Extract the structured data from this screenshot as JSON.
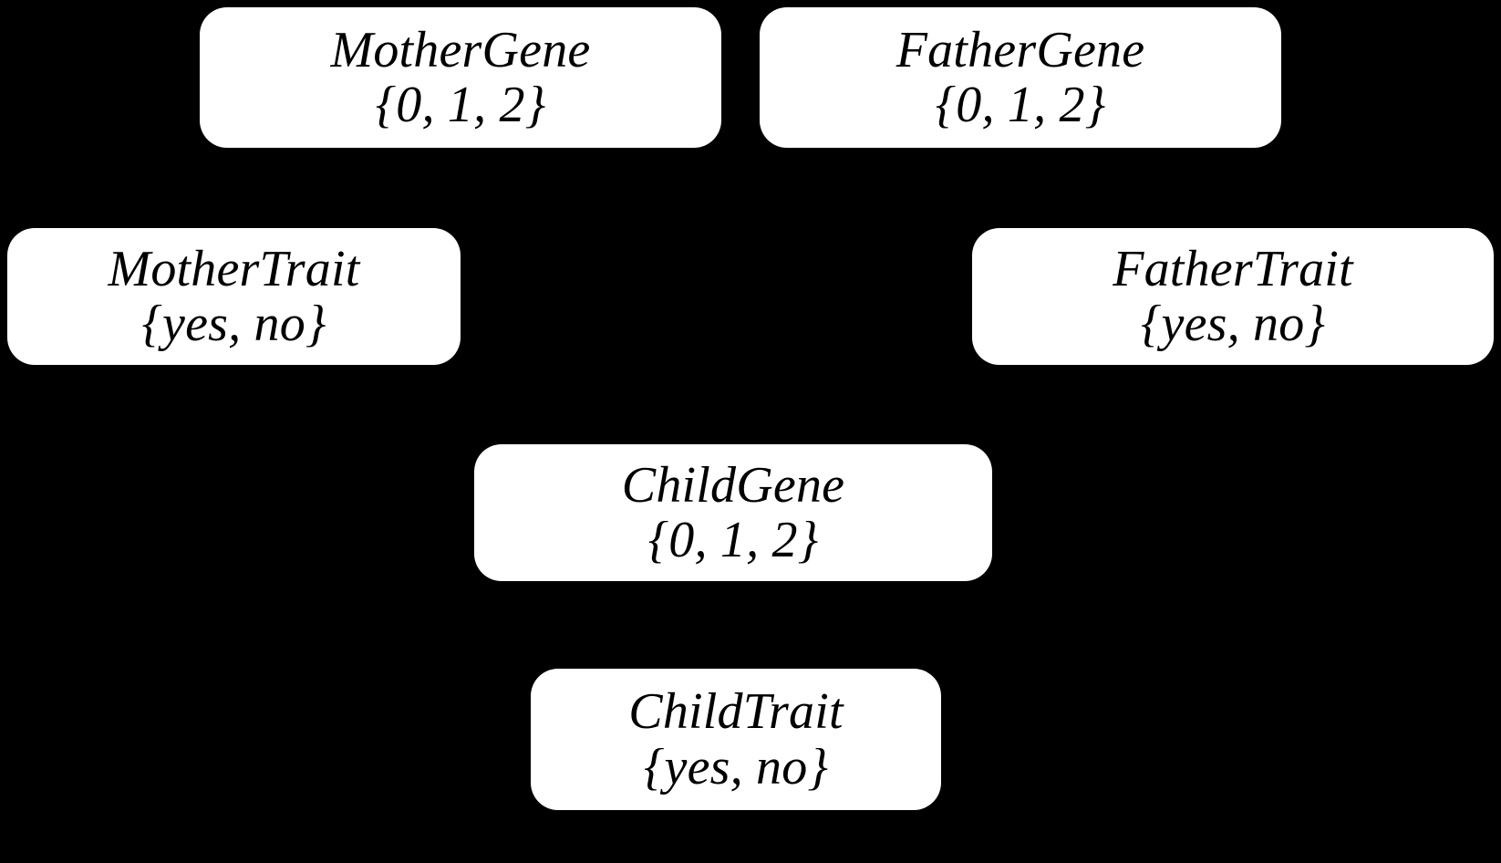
{
  "diagram": {
    "type": "bayesian-network",
    "title": "Genetic inheritance Bayesian network",
    "background_color": "#000000",
    "node_fill_color": "#ffffff",
    "node_text_color": "#000000",
    "nodes": [
      {
        "id": "mother-gene",
        "label": "MotherGene",
        "domain": "{0, 1, 2}"
      },
      {
        "id": "father-gene",
        "label": "FatherGene",
        "domain": "{0, 1, 2}"
      },
      {
        "id": "mother-trait",
        "label": "MotherTrait",
        "domain": "{yes, no}"
      },
      {
        "id": "father-trait",
        "label": "FatherTrait",
        "domain": "{yes, no}"
      },
      {
        "id": "child-gene",
        "label": "ChildGene",
        "domain": "{0, 1, 2}"
      },
      {
        "id": "child-trait",
        "label": "ChildTrait",
        "domain": "{yes, no}"
      }
    ]
  }
}
